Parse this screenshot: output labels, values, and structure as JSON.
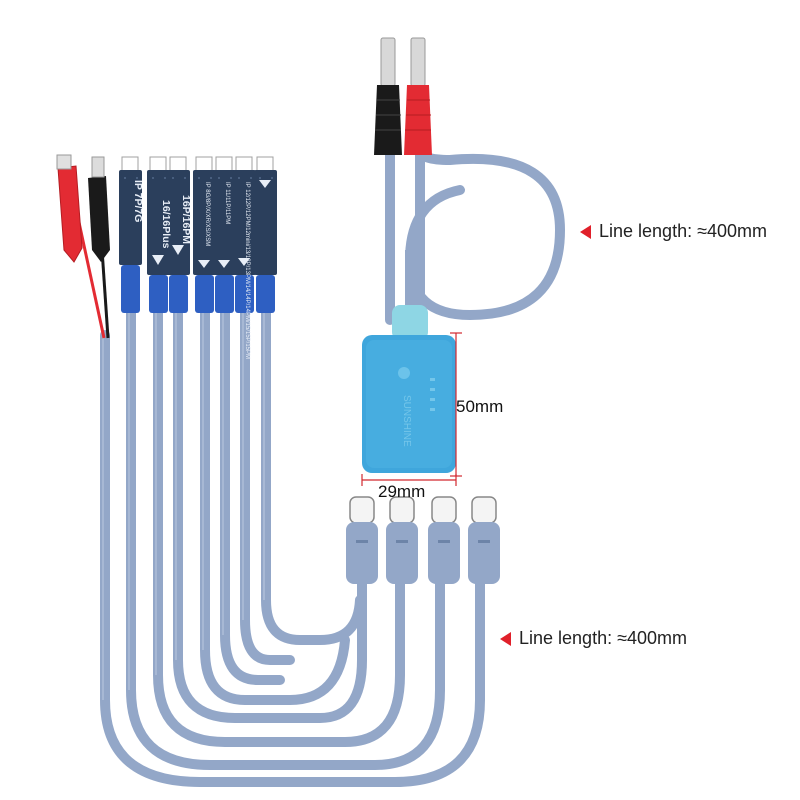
{
  "annotations": {
    "top_length": "Line length: ≈400mm",
    "bottom_length": "Line length: ≈400mm",
    "box_height": "50mm",
    "box_width": "29mm"
  },
  "connector_labels": [
    "IP 7P/7G",
    "16/16Plus",
    "16P/16PM",
    "IP 8G/8P/X/XR/XS/XSM",
    "IP 11/11P/11PM",
    "IP 12/12P/12PM/12mini/13/13P/13PM/14/14P/14PM/15/15P/15PM"
  ],
  "colors": {
    "cable": "#93a7c8",
    "cable_dark": "#7f93b6",
    "flex_pcb": "#2b3f5c",
    "sleeve": "#2e5fc2",
    "box": "#3fa6dc",
    "box_cap": "#8ed6e4",
    "red_clip": "#e32b33",
    "black_clip": "#1a1a1a",
    "dimension_line": "#d2282f",
    "arrow": "#e0202a"
  }
}
